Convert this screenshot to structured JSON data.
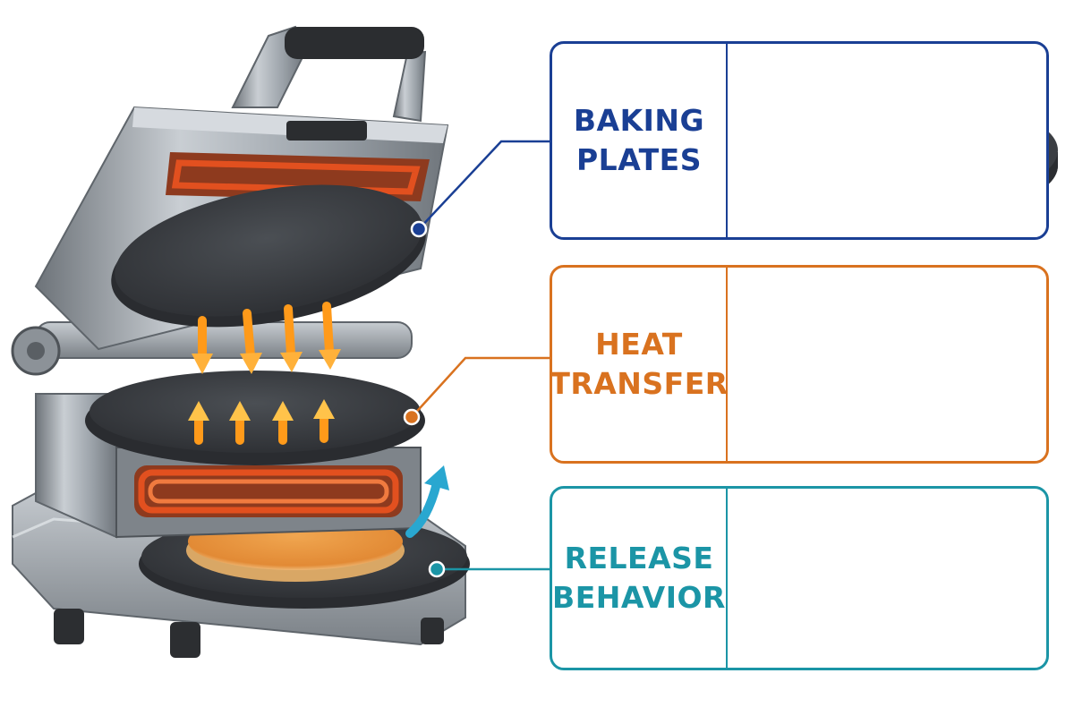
{
  "panels": {
    "baking_plates": {
      "line1": "BAKING",
      "line2": "PLATES",
      "color": "#1a3f94"
    },
    "heat_transfer": {
      "line1": "HEAT",
      "line2": "TRANSFER",
      "color": "#d9721f"
    },
    "release_behavior": {
      "line1": "RELEASE",
      "line2": "BEHAVIOR",
      "color": "#1b95a6"
    }
  },
  "illustration": {
    "subject": "pancake-maker-cutaway",
    "icons": [
      "heat-up-arrow-icon",
      "heat-down-arrow-icon",
      "release-arrow-icon"
    ]
  },
  "colors": {
    "steel": "#9aa1a8",
    "plate": "#3a3d41",
    "heating_element": "#e2501f",
    "pancake": "#e89a45",
    "heat_arrow": "#f5a21a"
  }
}
